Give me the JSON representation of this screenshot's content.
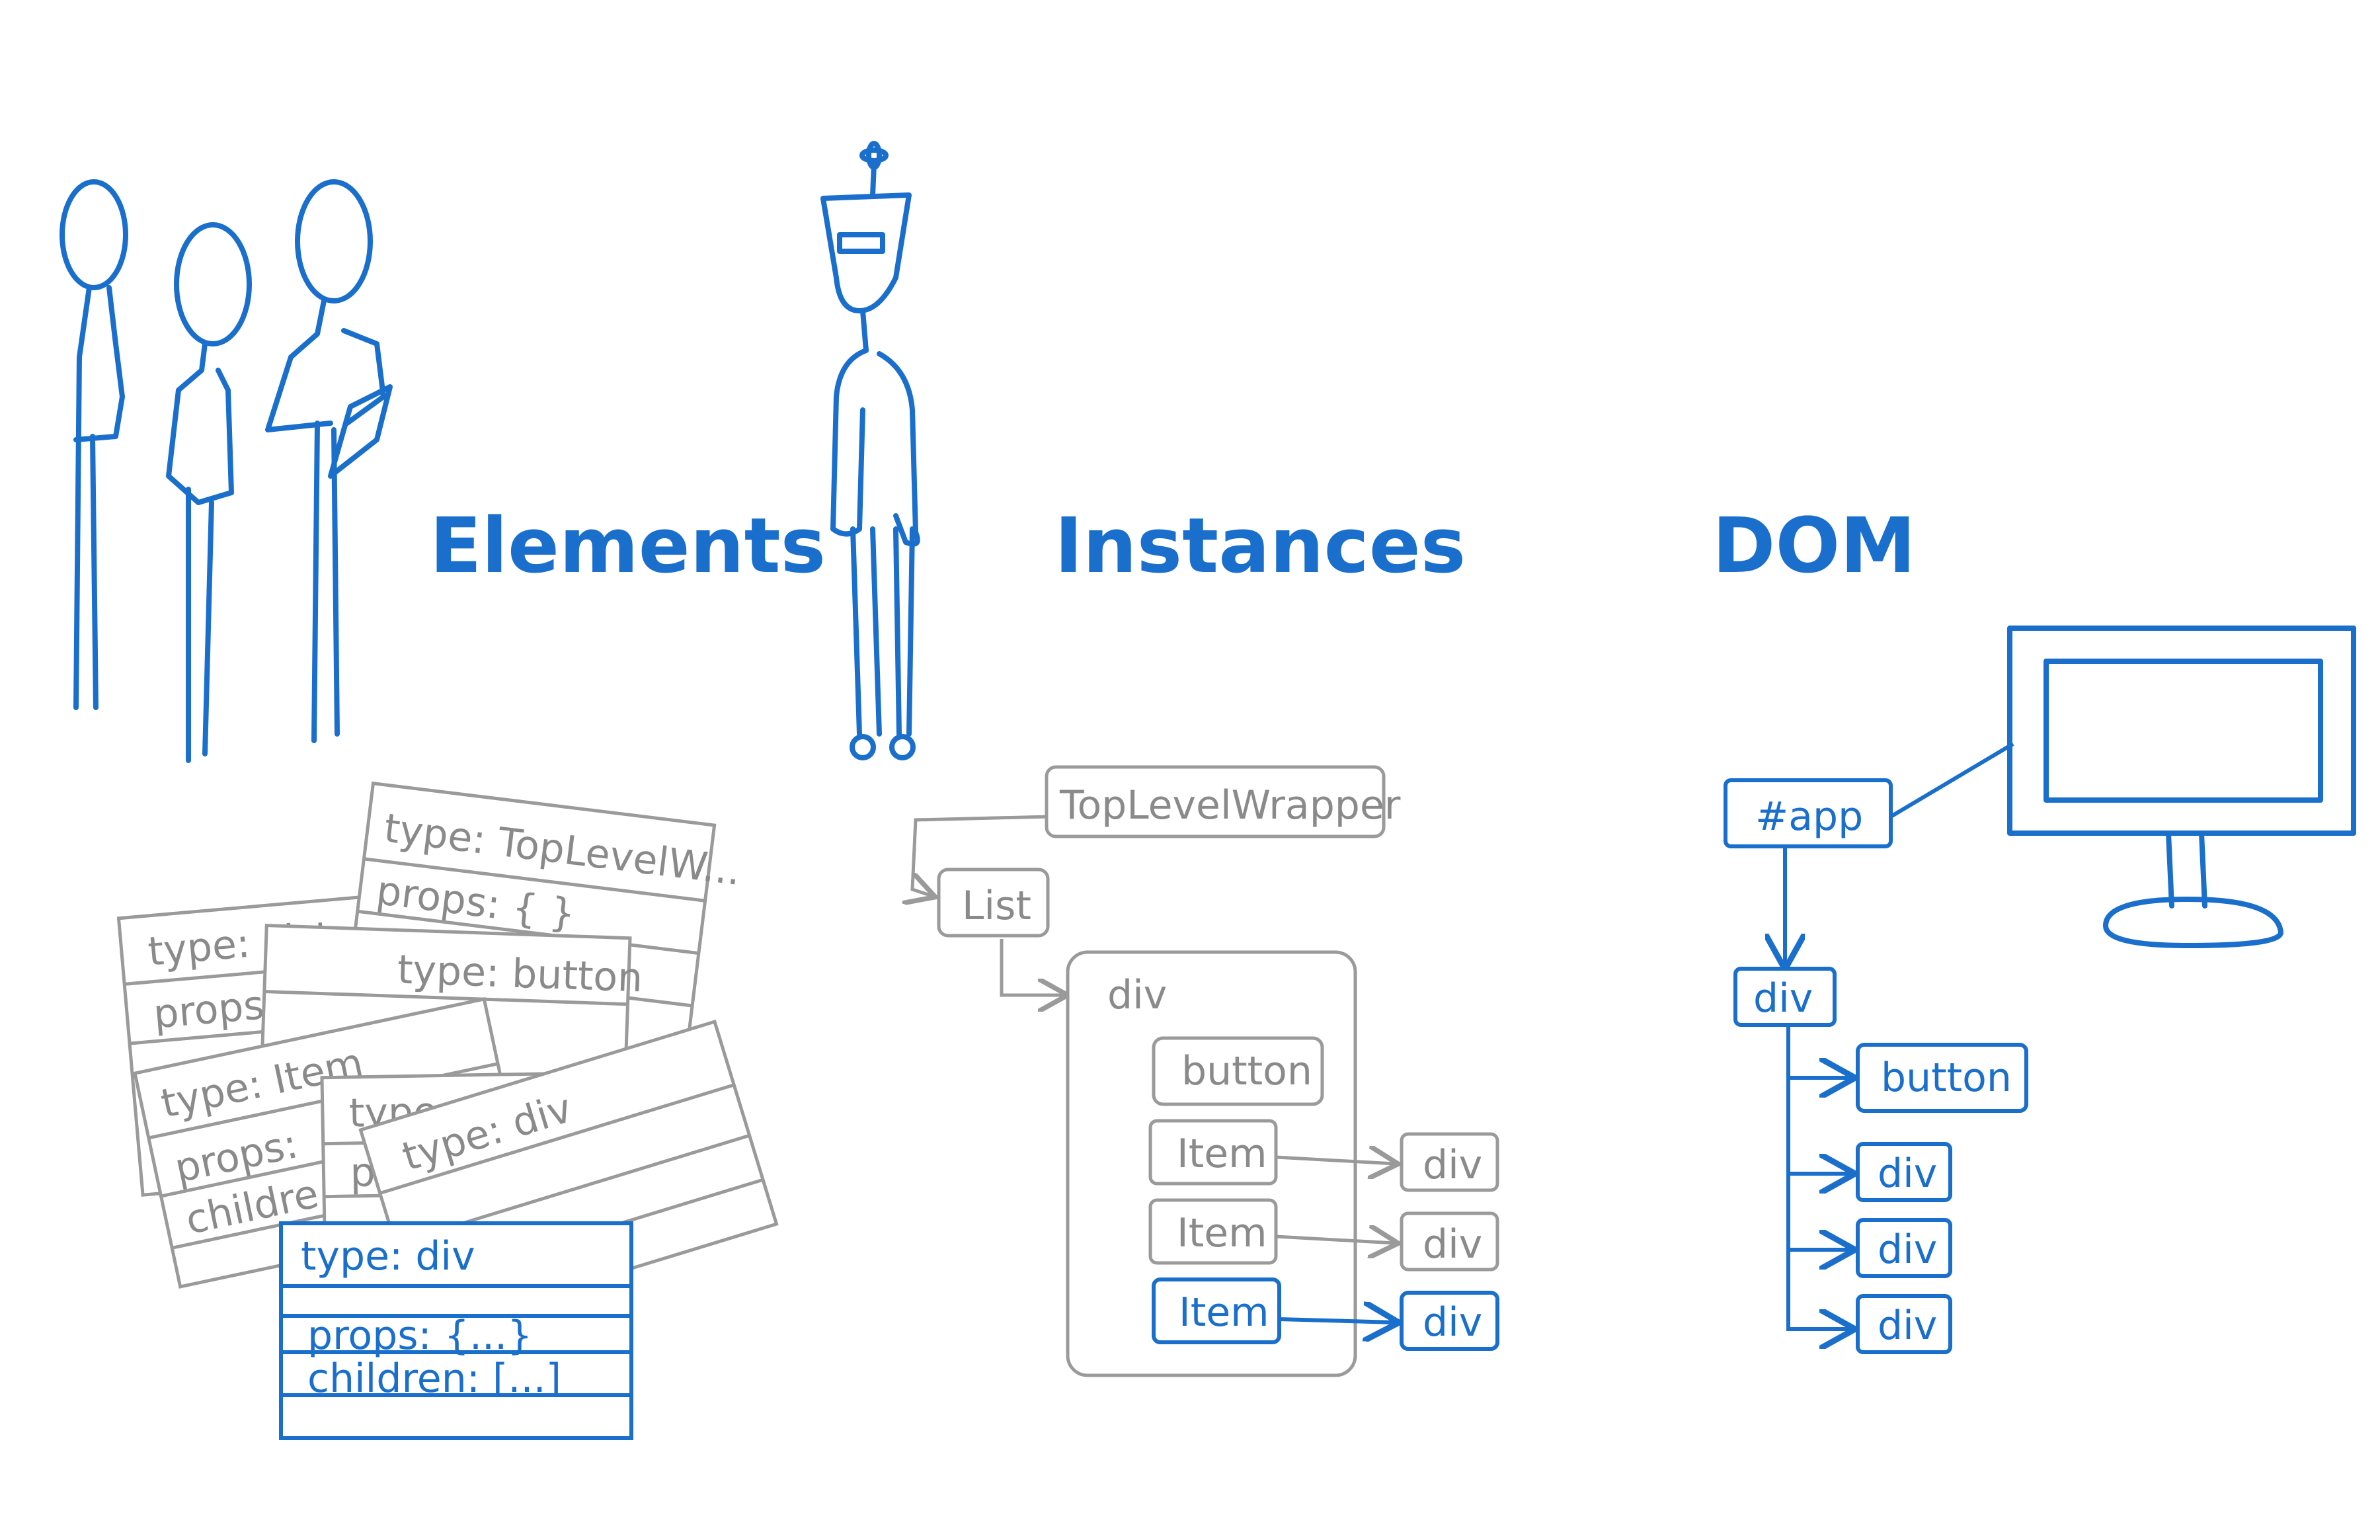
{
  "sections": {
    "elements": "Elements",
    "instances": "Instances",
    "dom": "DOM"
  },
  "elements_cards": {
    "list": {
      "type": "type:  List",
      "props": "props"
    },
    "toplevel": {
      "type": "type:  TopLevelW...",
      "props": "props:  { }"
    },
    "button": {
      "type": "type:  button",
      "type_small": "type"
    },
    "item": {
      "type": "type:  Item",
      "props": "props:",
      "children": "childre"
    },
    "div1": {
      "type": "type:  div",
      "props": "pro"
    },
    "div2": {
      "type": "type:  div"
    },
    "front": {
      "type": "type:  div",
      "props": "props:  {...}",
      "children": "children:  [...]"
    }
  },
  "instances_tree": {
    "toplevel": "TopLevelWrapper",
    "list": "List",
    "div": "div",
    "button": "button",
    "item": "Item",
    "out": "div"
  },
  "dom_tree": {
    "app": "#app",
    "div": "div",
    "button": "button",
    "child": "div"
  },
  "colors": {
    "accent": "#1a6fcc",
    "muted": "#9a9a9a"
  }
}
